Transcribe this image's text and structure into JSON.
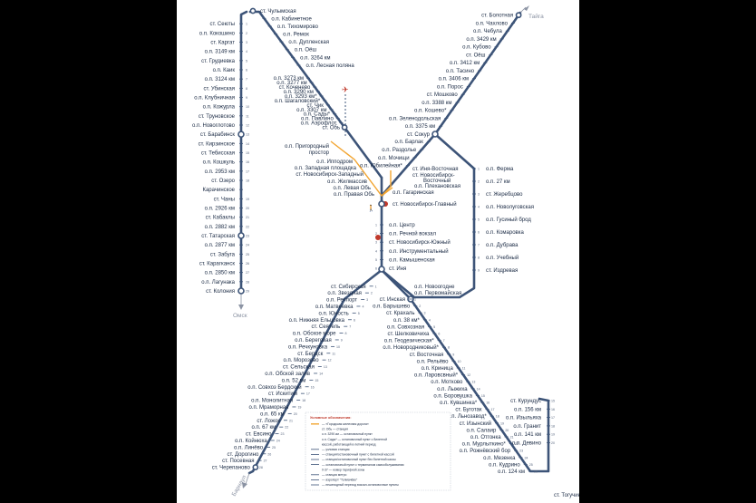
{
  "directions": {
    "omsk": "Омск",
    "tayga": "Тайга",
    "barnaul": "Барнаул"
  },
  "colors": {
    "line": "#3d5478",
    "orange": "#f2a531",
    "accent": "#c0392b"
  },
  "west_branch": [
    {
      "name": "ст. Чулымская",
      "km": "0"
    },
    {
      "name": "ст. Сеюты",
      "km": "1"
    },
    {
      "name": "о.п. Кокошино",
      "km": "2"
    },
    {
      "name": "ст. Каргат",
      "km": "3"
    },
    {
      "name": "о.п. 3149 км",
      "km": "4"
    },
    {
      "name": "ст. Грудиевка",
      "km": "5"
    },
    {
      "name": "о.п. Каик",
      "km": "6"
    },
    {
      "name": "о.п. 3124 км",
      "km": "7"
    },
    {
      "name": "ст. Убинская",
      "km": "8"
    },
    {
      "name": "о.п. Клубничная",
      "km": "9"
    },
    {
      "name": "о.п. Кожурла",
      "km": "10"
    },
    {
      "name": "ст. Труновское",
      "km": "11"
    },
    {
      "name": "о.п. Новоглотово",
      "km": "12"
    },
    {
      "name": "ст. Барабинск",
      "km": "13"
    },
    {
      "name": "ст. Кирзинское",
      "km": "14"
    },
    {
      "name": "ст. Тебисская",
      "km": "15"
    },
    {
      "name": "о.п. Кошкуль",
      "km": "16"
    },
    {
      "name": "о.п. 2953 км",
      "km": "17"
    },
    {
      "name": "ст. Озеро",
      "km": "18"
    },
    {
      "name": "Карачинское",
      "km": ""
    },
    {
      "name": "ст. Чаны",
      "km": "19"
    },
    {
      "name": "о.п. 2926 км",
      "km": "20"
    },
    {
      "name": "ст. Кабаклы",
      "km": "21"
    },
    {
      "name": "о.п. 2882 км",
      "km": "22"
    },
    {
      "name": "ст. Татарская",
      "km": "23"
    },
    {
      "name": "о.п. 2877 км",
      "km": "24"
    },
    {
      "name": "ст. Забуга",
      "km": "25"
    },
    {
      "name": "ст. Карагканск",
      "km": "26"
    },
    {
      "name": "о.п. 2850 км",
      "km": "27"
    },
    {
      "name": "о.п. Лагунака",
      "km": "28"
    },
    {
      "name": "ст. Колония",
      "km": "29"
    }
  ],
  "west_upper": [
    "о.п. Кабинетное",
    "о.п. Тихомирово",
    "о.п. Ремок",
    "о.п. Дупленская",
    "о.п. Оёш",
    "о.п. 3264 км",
    "о.п. Лесная поляна"
  ],
  "west_mid": [
    "о.п. 3273 км",
    "о.п. 3277 км",
    "ст. Коченево",
    "о.п. 3290 км",
    "о.п. 3293 км*",
    "о.п. Шагаловский*",
    "ст. Чик",
    "о.п. 3307 км",
    "о.п. Сады*",
    "о.п. Павлино",
    "о.п. Аэрофлот",
    "ст. Обь"
  ],
  "west_lower": [
    "о.п. Пригородный",
    "простор",
    "о.п. Ипподром",
    "о.п. Западная площадка",
    "ст. Новосибирск-Западный",
    "о.п. Жилмассив",
    "о.п. Левая Обь",
    "о.п. Правая Обь"
  ],
  "north_east": [
    "ст. Болотная",
    "о.п. Чахлово",
    "о.п. Чебула",
    "о.п. 3429 км",
    "о.п. Кубово",
    "ст. Оёш",
    "о.п. 3412 км",
    "о.п. Тасино",
    "о.п. 3406 км",
    "о.п. Порос",
    "ст. Мошково",
    "о.п. 3388 км",
    "о.п. Кошево*",
    "о.п. Зеленодольская",
    "о.п. 3375 км",
    "ст. Сокур",
    "о.п. Барлак",
    "о.п. Раздолье",
    "о.п. Мочищи",
    "о.п. Юбилейная*"
  ],
  "city_mid": [
    "ст. Иня-Восточная",
    "ст. Новосибирск-",
    "Восточный",
    "о.п. Плехановская",
    "о.п. Гагаринская",
    "ст. Новосибирск-Главный"
  ],
  "city_south": [
    "о.п. Центр",
    "о.п. Речной вокзал",
    "ст. Новосибирск-Южный",
    "о.п. Инструментальный",
    "о.п. Камышенская",
    "ст. Иня"
  ],
  "east_loop": [
    "о.п. Ферма",
    "о.п. 27 км",
    "ст. Жеребцово",
    "о.п. Новолуговская",
    "о.п. Гусиный брод",
    "о.п. Комаровка",
    "о.п. Дубрава",
    "о.п. Учебный",
    "ст. Издревая"
  ],
  "south_west": [
    "ст. Сибирская",
    "о.п. Звездная",
    "о.п. Речпорт",
    "о.п. Матвеевка",
    "о.п. Юность",
    "о.п. Нижняя Ельцовка",
    "ст. Сеятель",
    "о.п. Обское море",
    "о.п. Береговая",
    "о.п. Речкуновка",
    "ст. Бердск",
    "о.п. Морозово",
    "ст. Сельская",
    "о.п. Обской залив",
    "о.п. 52 км",
    "о.п. Совхоз Бердский",
    "ст. Искитим",
    "о.п. Монолитная",
    "о.п. Мраморная",
    "о.п. 65 км",
    "ст. Ложок",
    "о.п. 67 км",
    "ст. Евсино",
    "о.п. Койнюха",
    "о.п. Линёво",
    "ст. Дорогино",
    "ст. Посевная",
    "ст. Черепаново"
  ],
  "south_east_head": [
    "о.п. Новоогодне",
    "о.п. Первомайская"
  ],
  "south_east": [
    "ст. Инская",
    "о.п. Барышево",
    "ст. Крахаль",
    "о.п. 38 км*",
    "о.п. Совхозная",
    "ст. Шелковичиха",
    "о.п. Геодезическая*",
    "о.п. Новородниковый*",
    "ст. Восточная",
    "о.п. Рельёво",
    "о.п. Криница",
    "о.п. Ларовсвный*",
    "о.п. Мотково",
    "о.п. Лыжиха",
    "о.п. Боровушка",
    "о.п. Кувшинка*",
    "ст. Буготак",
    "о.п. Льнозавод*",
    "ст. Изынский",
    "о.п. Салаир",
    "о.п. Отгонка",
    "о.п. Мурлыткино*",
    "о.п. Рожнёвский бор",
    "о.п. Мезенка",
    "о.п. Кудрино",
    "о.п. 124 км"
  ],
  "far_east": [
    "ст. Курундус",
    "о.п. 156 км",
    "о.п. Изыльяха",
    "о.п. Гранит",
    "о.п. 141 км",
    "о.п. Девино",
    "ст. Тогучин"
  ],
  "legend": {
    "title": "Условные обозначения:",
    "items": [
      "— «Городская железная дорога»",
      "ст. Обь — станция",
      "о.п. 3290 км — остановочный пункт",
      "о.п. Сады* — остановочный пункт с билетной",
      "кассой, работающей в летний период",
      "— узловая станция",
      "— станция/остановочный пункт с билетной кассой",
      "— станция/остановочный пункт без билетной кассы",
      "— остановочный пункт с терминалом самообслуживания",
      "0-37 — номер тарифной зоны",
      "— станция метро",
      "— аэропорт \"Толмачёво\"",
      "— пешеходный переход вокзал-остановочные пункты"
    ]
  }
}
